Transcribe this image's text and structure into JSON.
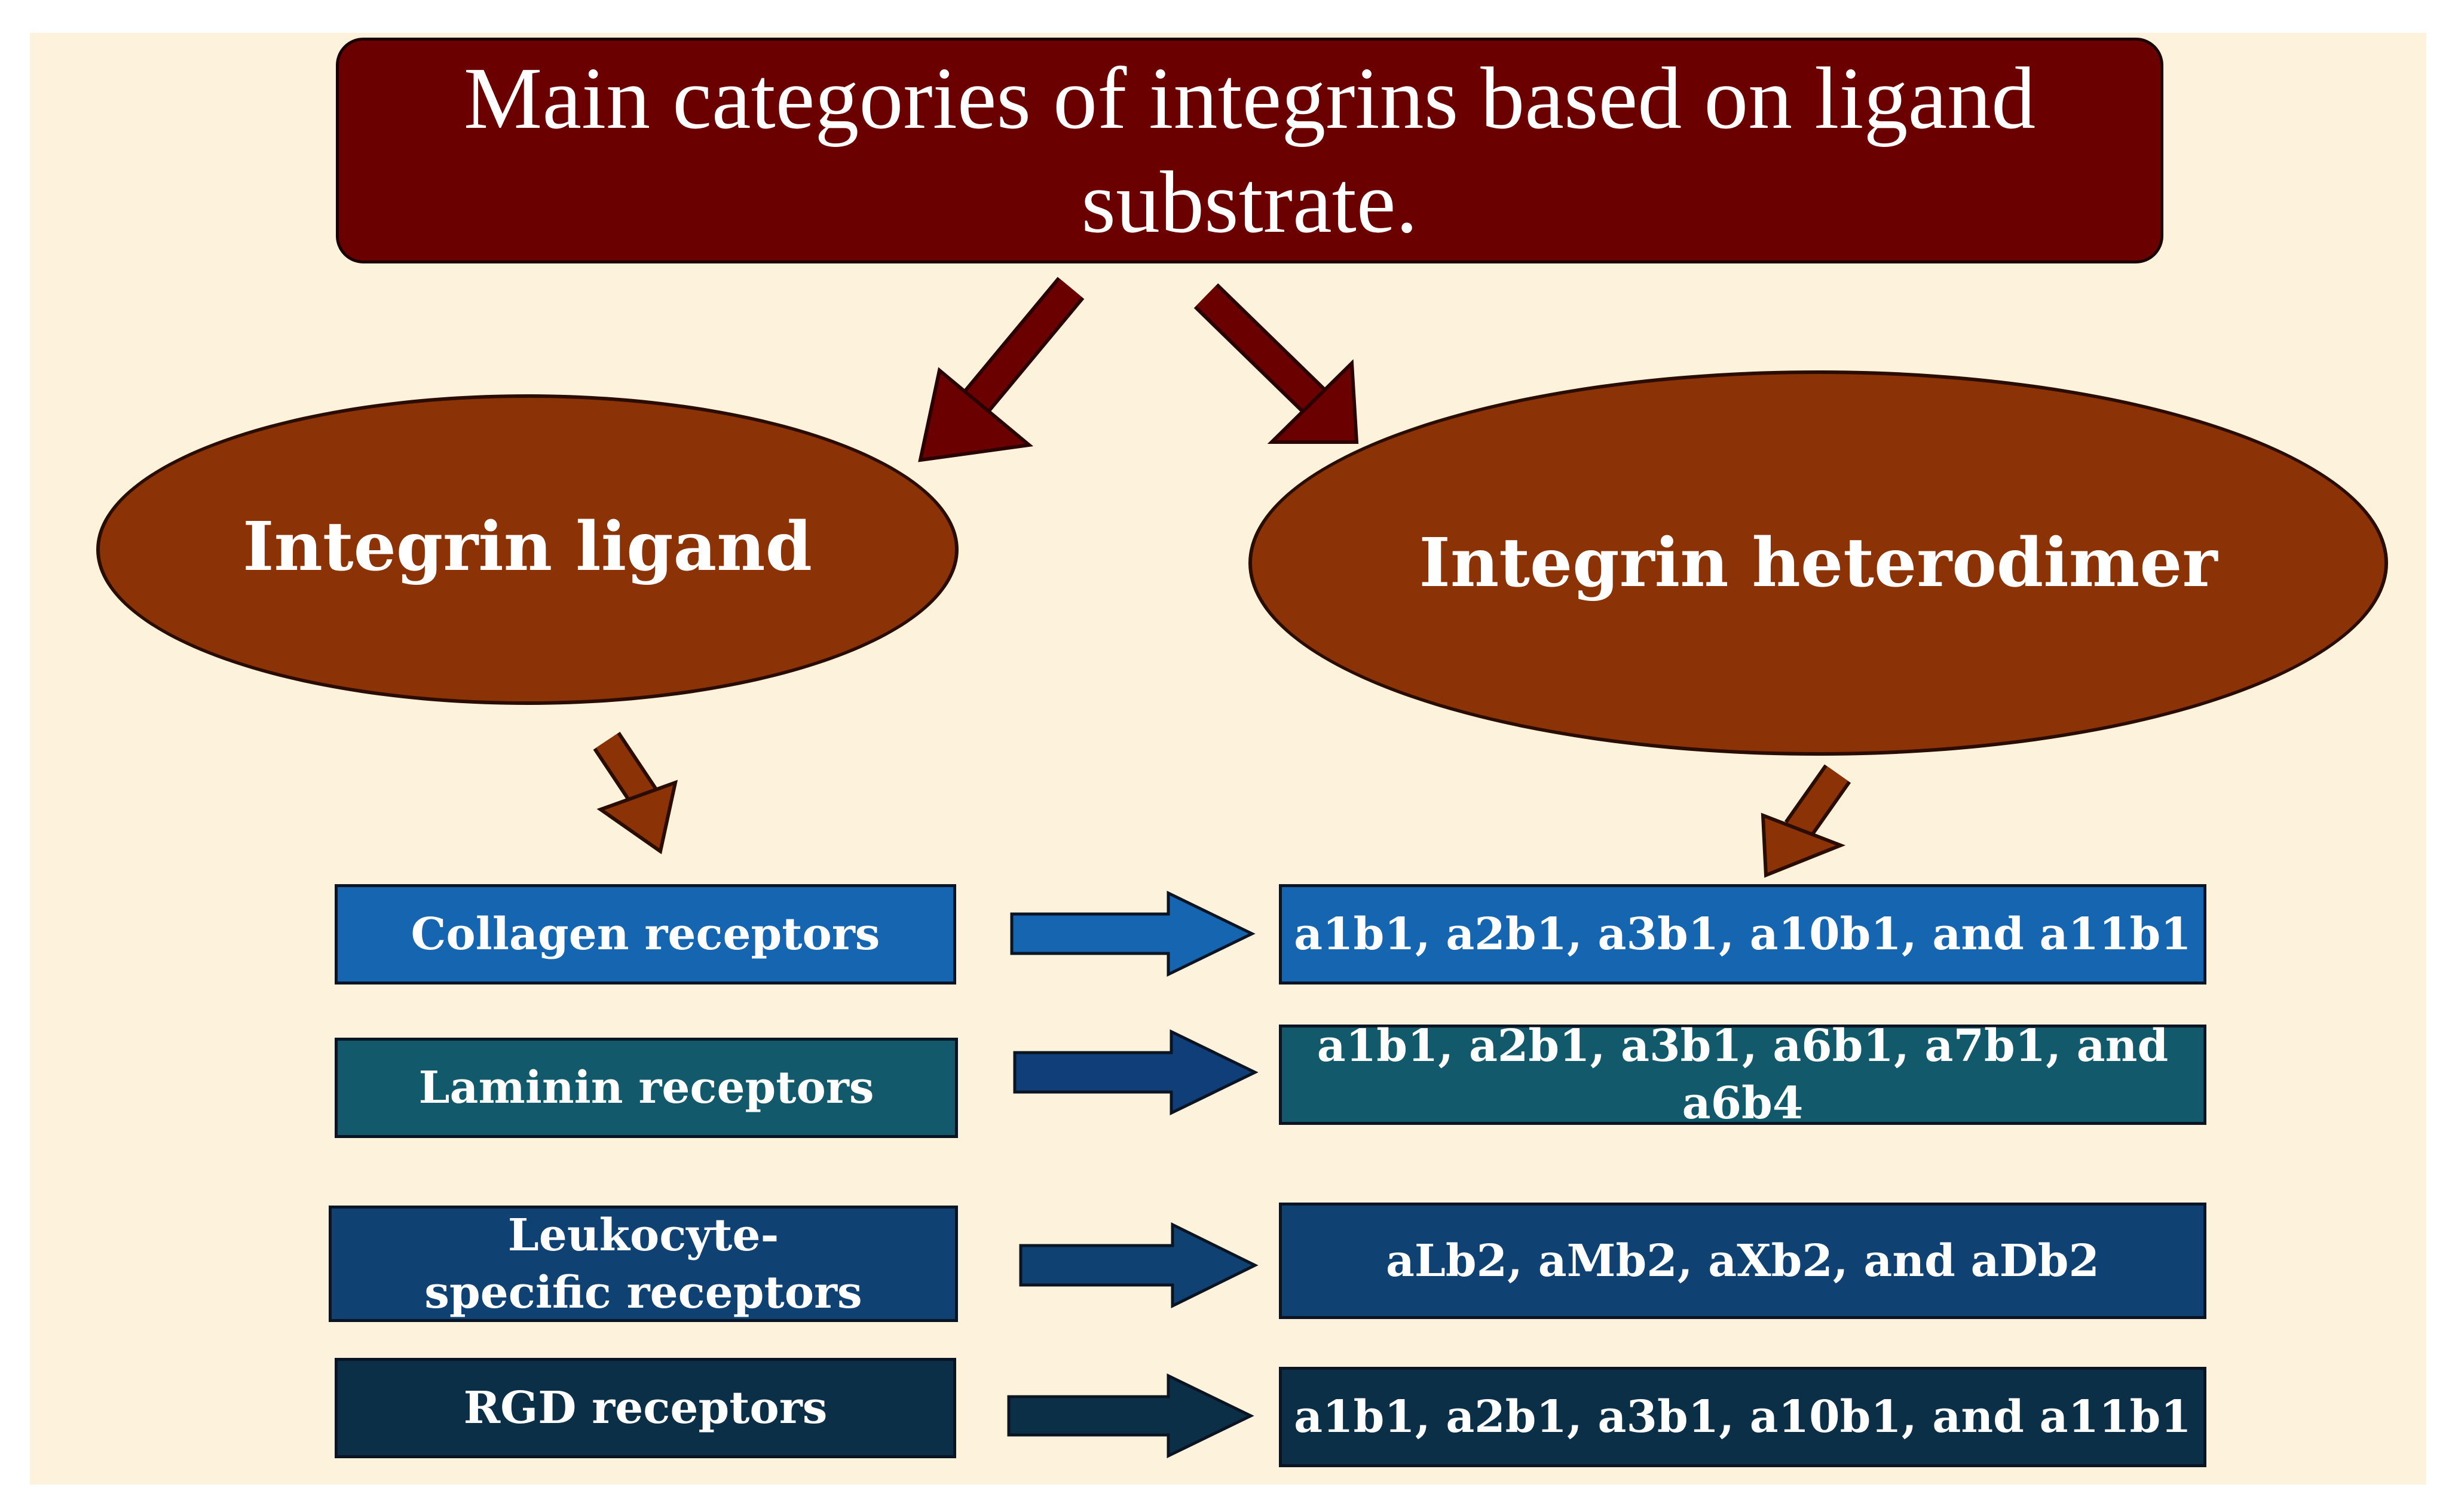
{
  "title": "Main categories of integrins based on ligand substrate.",
  "branches": {
    "left": "Integrin ligand",
    "right": "Integrin heterodimer"
  },
  "rows": [
    {
      "receptor": "Collagen receptors",
      "heterodimers": "a1b1, a2b1, a3b1, a10b1, and a11b1",
      "color": "#1565b0"
    },
    {
      "receptor": "Laminin receptors",
      "heterodimers": "a1b1, a2b1, a3b1, a6b1, a7b1, and a6b4",
      "color": "#125a6b"
    },
    {
      "receptor": "Leukocyte-specific receptors",
      "heterodimers": "aLb2, aMb2, aXb2, and aDb2",
      "color": "#0f4273"
    },
    {
      "receptor": "RGD receptors",
      "heterodimers": "a1b1, a2b1, a3b1, a10b1, and a11b1",
      "color": "#0c2f48"
    }
  ],
  "colors": {
    "background": "#fdf3dc",
    "title_fill": "#6b0000",
    "ellipse_fill": "#8b3206",
    "big_arrow": "#6b0000",
    "small_arrow": "#8b3206",
    "row_arrows": [
      "#1565b0",
      "#0f3e78",
      "#0f4273",
      "#0c2f48"
    ]
  }
}
